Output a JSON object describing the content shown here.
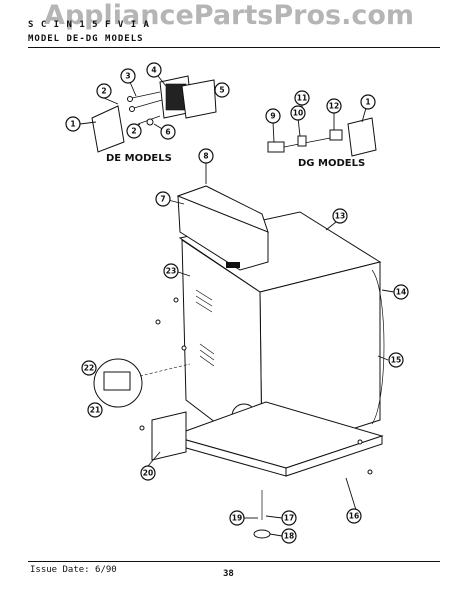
{
  "header": {
    "section_line": "S  C  I  N  1  5  F  V  I  A",
    "model_line": "MODEL   DE-DG MODELS",
    "watermark": "AppliancePartsPros.com"
  },
  "sublabels": {
    "de_models": "DE MODELS",
    "dg_models": "DG MODELS"
  },
  "callouts": [
    {
      "id": "1",
      "label": "1"
    },
    {
      "id": "2a",
      "label": "2"
    },
    {
      "id": "3",
      "label": "3"
    },
    {
      "id": "4",
      "label": "4"
    },
    {
      "id": "5",
      "label": "5"
    },
    {
      "id": "2b",
      "label": "2"
    },
    {
      "id": "6",
      "label": "6"
    },
    {
      "id": "8",
      "label": "8"
    },
    {
      "id": "7",
      "label": "7"
    },
    {
      "id": "9",
      "label": "9"
    },
    {
      "id": "10",
      "label": "10"
    },
    {
      "id": "11",
      "label": "11"
    },
    {
      "id": "12",
      "label": "12"
    },
    {
      "id": "1b",
      "label": "1"
    },
    {
      "id": "13",
      "label": "13"
    },
    {
      "id": "23",
      "label": "23"
    },
    {
      "id": "14",
      "label": "14"
    },
    {
      "id": "15",
      "label": "15"
    },
    {
      "id": "22",
      "label": "22"
    },
    {
      "id": "21",
      "label": "21"
    },
    {
      "id": "20",
      "label": "20"
    },
    {
      "id": "16",
      "label": "16"
    },
    {
      "id": "19",
      "label": "19"
    },
    {
      "id": "17",
      "label": "17"
    },
    {
      "id": "18",
      "label": "18"
    }
  ],
  "footer": {
    "issue_date": "Issue Date: 6/90",
    "page_number": "38"
  }
}
